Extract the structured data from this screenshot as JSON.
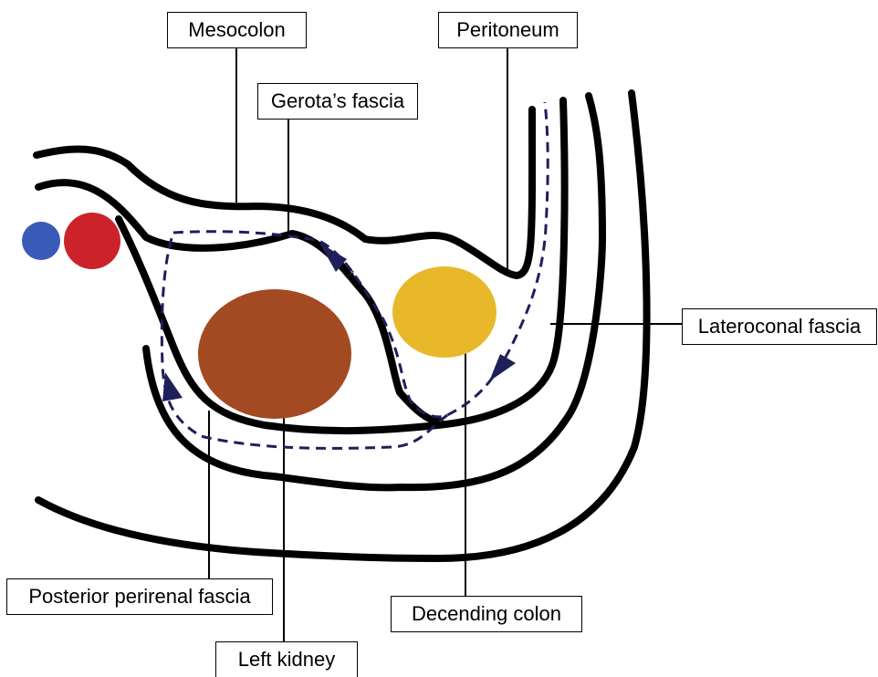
{
  "labels": {
    "mesocolon": "Mesocolon",
    "peritoneum": "Peritoneum",
    "gerotas_fascia": "Gerota’s fascia",
    "lateroconal_fascia": "Lateroconal fascia",
    "posterior_perirenal_fascia": "Posterior perirenal fascia",
    "descending_colon": "Decending colon",
    "left_kidney": "Left kidney"
  },
  "colors": {
    "line": "#000000",
    "dashed_path": "#1f1f5a",
    "blue_vessel": "#3a5ab8",
    "red_vessel": "#cc2229",
    "kidney": "#a34a22",
    "colon": "#e8b82a"
  }
}
